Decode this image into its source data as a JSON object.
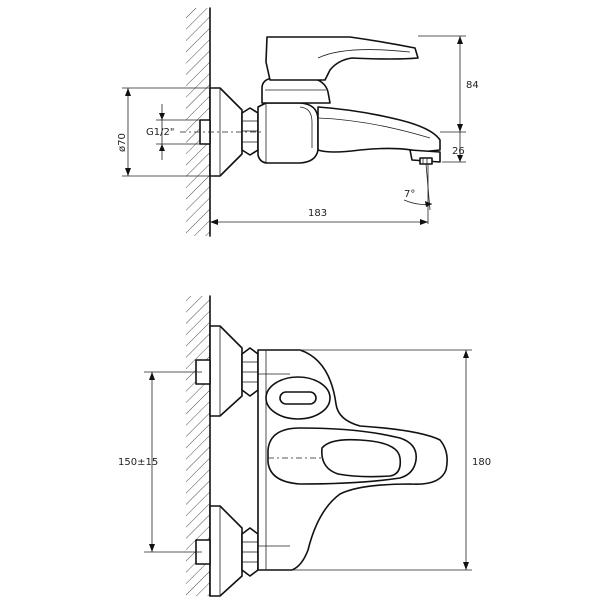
{
  "diagram": {
    "dimensions": {
      "spout_height": "84",
      "outlet_height": "26",
      "diameter": "ø70",
      "thread": "G1/2\"",
      "projection": "183",
      "angle": "7°",
      "center_distance": "150±15",
      "body_width": "180"
    }
  }
}
